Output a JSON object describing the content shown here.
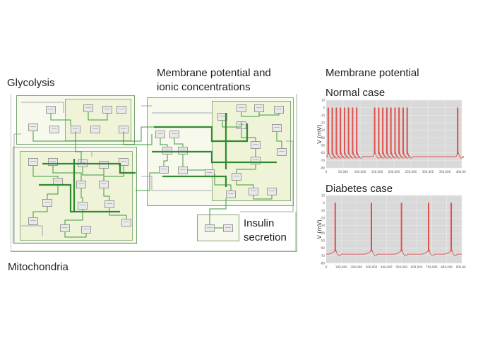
{
  "labels": {
    "glycolysis": "Glycolysis",
    "membrane_model_line1": "Membrane potential and",
    "membrane_model_line2": "ionic concentrations",
    "mitochondria": "Mitochondria",
    "insulin_line1": "Insulin",
    "insulin_line2": "secretion",
    "membrane_potential_heading": "Membrane potential",
    "normal_case": "Normal case",
    "diabetes_case": "Diabetes case"
  },
  "colors": {
    "region_border": "#7aa66f",
    "region_fill": "#f7f9ec",
    "wire_green": "#3c9a3c",
    "wire_gray": "#8f8f9f",
    "trace_red": "#e0524d",
    "plot_bg": "#d9d9d9"
  },
  "chart_data": [
    {
      "type": "line",
      "title": "Normal case",
      "ylabel": "V (mV)",
      "xlim": [
        0,
        400000
      ],
      "ylim": [
        -80,
        10
      ],
      "x_ticks": [
        50000,
        100000,
        150000,
        200000,
        250000,
        300000,
        350000,
        400000
      ],
      "baseline_mV": -65,
      "peak_mV": 0,
      "spike_times": [
        6000,
        18000,
        30000,
        42000,
        54000,
        66000,
        78000,
        90000,
        143000,
        155000,
        167000,
        179000,
        191000,
        203000,
        215000,
        227000,
        239000,
        388000
      ],
      "grid": true
    },
    {
      "type": "line",
      "title": "Diabetes case",
      "ylabel": "V (mV)",
      "xlim": [
        0,
        900000
      ],
      "ylim": [
        -80,
        10
      ],
      "x_ticks": [
        100000,
        200000,
        300000,
        400000,
        500000,
        600000,
        700000,
        800000,
        900000
      ],
      "baseline_mV": -68,
      "peak_mV": 0,
      "spike_times": [
        60000,
        300000,
        500000,
        680000,
        830000
      ],
      "grid": true
    }
  ]
}
